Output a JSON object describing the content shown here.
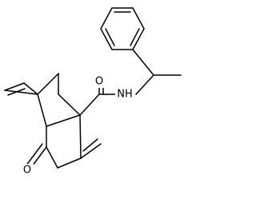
{
  "structure": {
    "atom_labels": {
      "amide_oxygen": "O",
      "amide_nitrogen": "NH",
      "ketone_oxygen": "O"
    }
  },
  "colors": {
    "bond": "#000000",
    "background": "#ffffff"
  }
}
